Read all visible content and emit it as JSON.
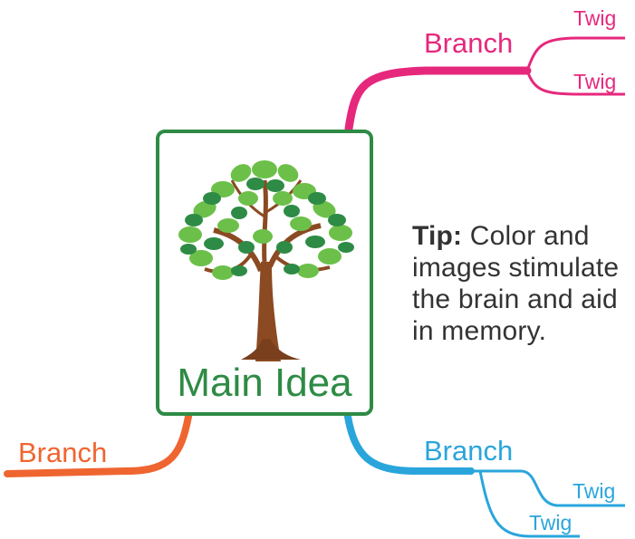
{
  "central": {
    "label": "Main Idea",
    "image": "tree-icon"
  },
  "branches": [
    {
      "label": "Branch",
      "color": "#e6287d",
      "twigs": [
        "Twig",
        "Twig"
      ]
    },
    {
      "label": "Branch",
      "color": "#ef6530",
      "twigs": []
    },
    {
      "label": "Branch",
      "color": "#2aa5dc",
      "twigs": [
        "Twig",
        "Twig"
      ]
    }
  ],
  "tip": {
    "heading": "Tip:",
    "text": "Color and images stimulate the brain and aid in memory."
  },
  "colors": {
    "main_border": "#2e8b45",
    "leaf_light": "#6cc04a",
    "leaf_dark": "#2e8b45",
    "trunk": "#8b4a22"
  }
}
